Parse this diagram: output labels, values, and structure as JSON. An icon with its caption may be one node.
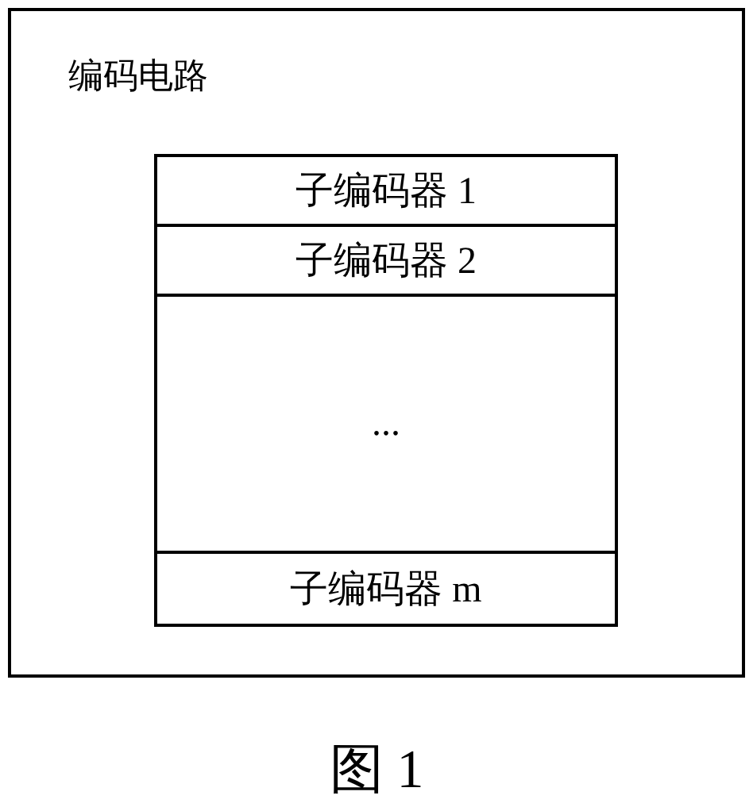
{
  "diagram": {
    "caption": "图 1",
    "nodes": [
      {
        "text": [
          "编码电路"
        ]
      },
      {
        "text": [
          "子编码器 1"
        ],
        "in": 0
      },
      {
        "text": [
          "子编码器 2"
        ],
        "in": 0
      },
      {
        "text": [
          "..."
        ],
        "in": 0
      },
      {
        "text": [
          "子编码器 m"
        ],
        "in": 0
      }
    ],
    "edges": []
  }
}
